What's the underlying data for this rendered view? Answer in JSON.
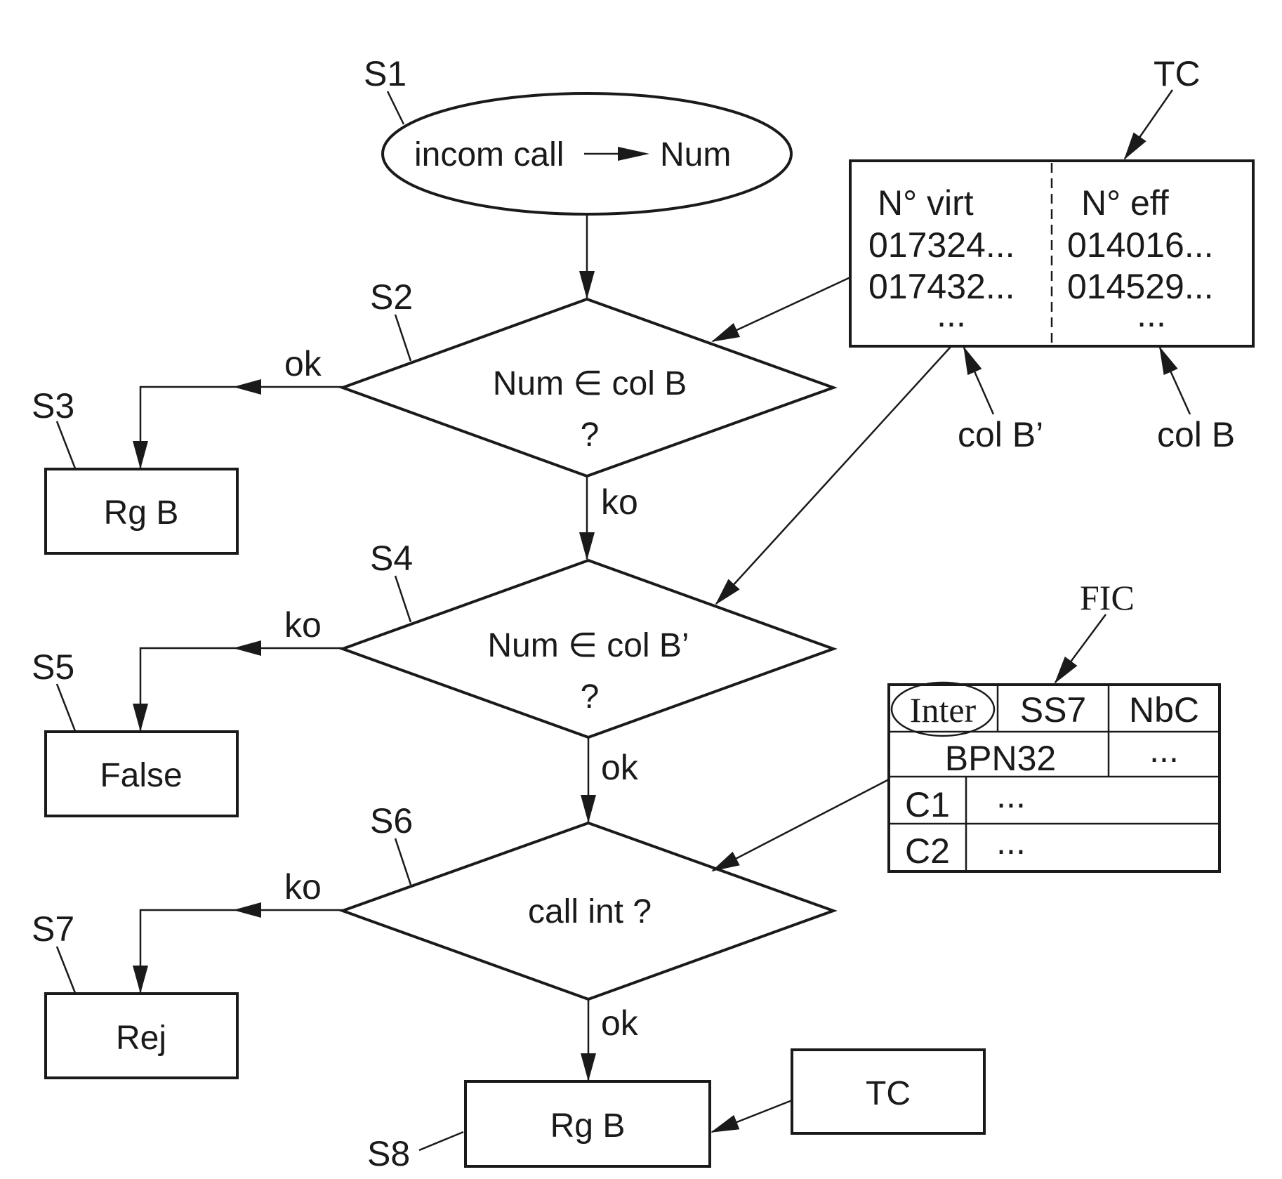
{
  "figure": {
    "steps": {
      "s1": {
        "ref": "S1",
        "text_left": "incom call",
        "text_right": "Num"
      },
      "s2": {
        "ref": "S2",
        "line1": "Num ∈ col B",
        "line2": "?"
      },
      "s3": {
        "ref": "S3",
        "text": "Rg B"
      },
      "s4": {
        "ref": "S4",
        "line1": "Num ∈ col B’",
        "line2": "?"
      },
      "s5": {
        "ref": "S5",
        "text": "False"
      },
      "s6": {
        "ref": "S6",
        "line1": "call int ?"
      },
      "s7": {
        "ref": "S7",
        "text": "Rej"
      },
      "s8": {
        "ref": "S8",
        "text": "Rg B"
      }
    },
    "edges": {
      "s2_to_s3": "ok",
      "s2_to_s4": "ko",
      "s4_to_s5": "ko",
      "s4_to_s6": "ok",
      "s6_to_s7": "ko",
      "s6_to_s8": "ok"
    },
    "tc_table": {
      "ref": "TC",
      "columns": [
        {
          "header": "N° virt",
          "rows": [
            "017324...",
            "017432...",
            "..."
          ],
          "pointer_label": "col B’"
        },
        {
          "header": "N° eff",
          "rows": [
            "014016...",
            "014529...",
            "..."
          ],
          "pointer_label": "col B"
        }
      ]
    },
    "fic_table": {
      "ref": "FIC",
      "header": [
        "Inter",
        "SS7",
        "NbC"
      ],
      "row2": [
        "BPN32",
        "..."
      ],
      "rows": [
        {
          "key": "C1",
          "value": "..."
        },
        {
          "key": "C2",
          "value": "..."
        }
      ]
    },
    "tc_box": {
      "text": "TC"
    }
  }
}
